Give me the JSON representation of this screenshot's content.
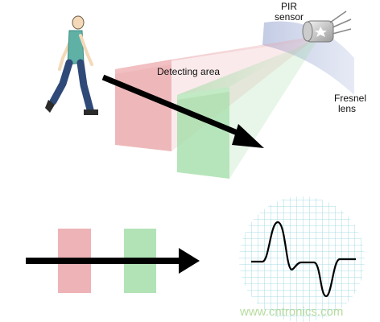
{
  "labels": {
    "pir_sensor_line1": "PIR",
    "pir_sensor_line2": "sensor",
    "detecting_area": "Detecting area",
    "fresnel_line1": "Fresnel",
    "fresnel_line2": "lens"
  },
  "watermark": "www.cntronics.com",
  "colors": {
    "red_zone": "#e8a0a4",
    "green_zone": "#9fdca4",
    "lens": "#b9c3e0",
    "arrow": "#000000",
    "grid": "#8fd4dc",
    "person_shirt": "#5fb1a6",
    "person_pants": "#2f4a78"
  },
  "icons": {
    "person": "walking-person-icon",
    "sensor": "pir-sensor-icon",
    "lens": "fresnel-lens-icon",
    "scope": "oscilloscope-display-icon"
  }
}
